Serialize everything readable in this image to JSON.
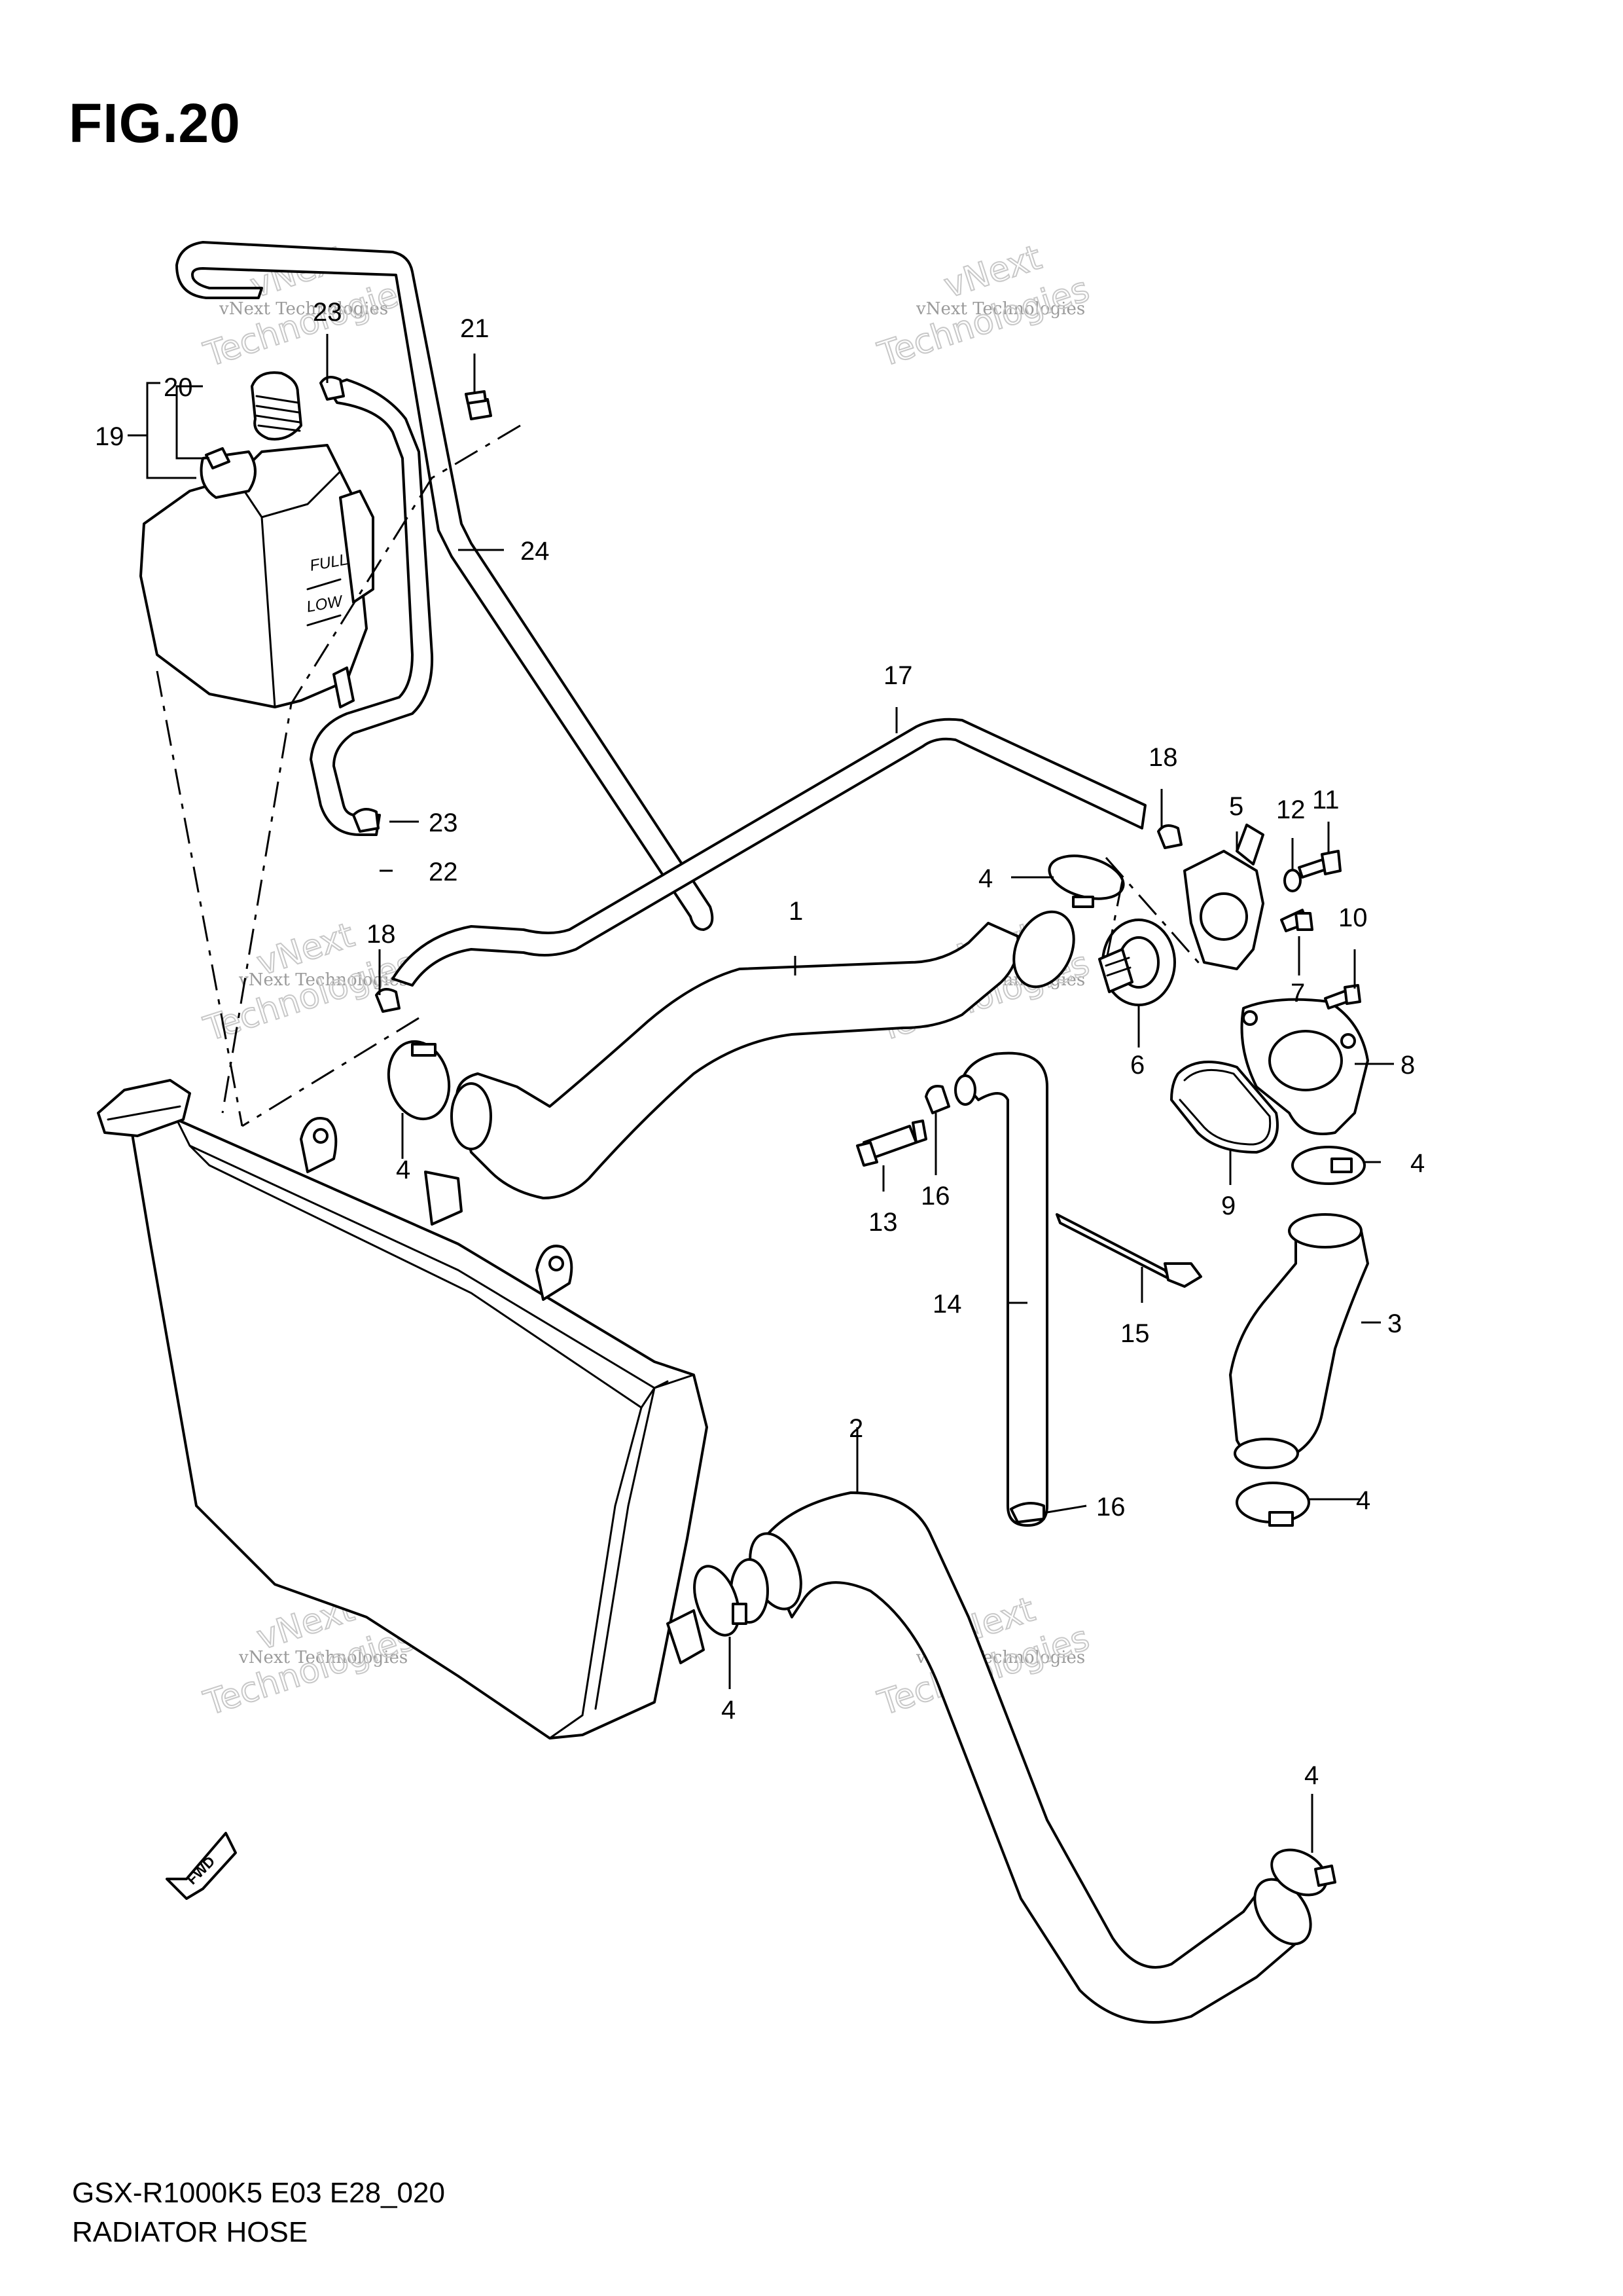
{
  "figure": {
    "title": "FIG.20",
    "footer_model": "GSX-R1000K5 E03 E28_020",
    "footer_name": "RADIATOR HOSE"
  },
  "tank_labels": {
    "full": "FULL",
    "low": "LOW"
  },
  "fwd_label": "FWD",
  "watermark": {
    "line1": "vNext Technologies",
    "line2": "vNext",
    "line3": "Technologies"
  },
  "callouts": {
    "c1": "1",
    "c2": "2",
    "c3": "3",
    "c4a": "4",
    "c4b": "4",
    "c4c": "4",
    "c4d": "4",
    "c4e": "4",
    "c4f": "4",
    "c5": "5",
    "c6": "6",
    "c7": "7",
    "c8": "8",
    "c9": "9",
    "c10": "10",
    "c11": "11",
    "c12": "12",
    "c13": "13",
    "c14": "14",
    "c15": "15",
    "c16a": "16",
    "c16b": "16",
    "c17": "17",
    "c18a": "18",
    "c18b": "18",
    "c19": "19",
    "c20": "20",
    "c21": "21",
    "c22": "22",
    "c23a": "23",
    "c23b": "23",
    "c24": "24"
  },
  "colors": {
    "line": "#000000",
    "background": "#ffffff",
    "watermark": "#9a9a9a"
  }
}
